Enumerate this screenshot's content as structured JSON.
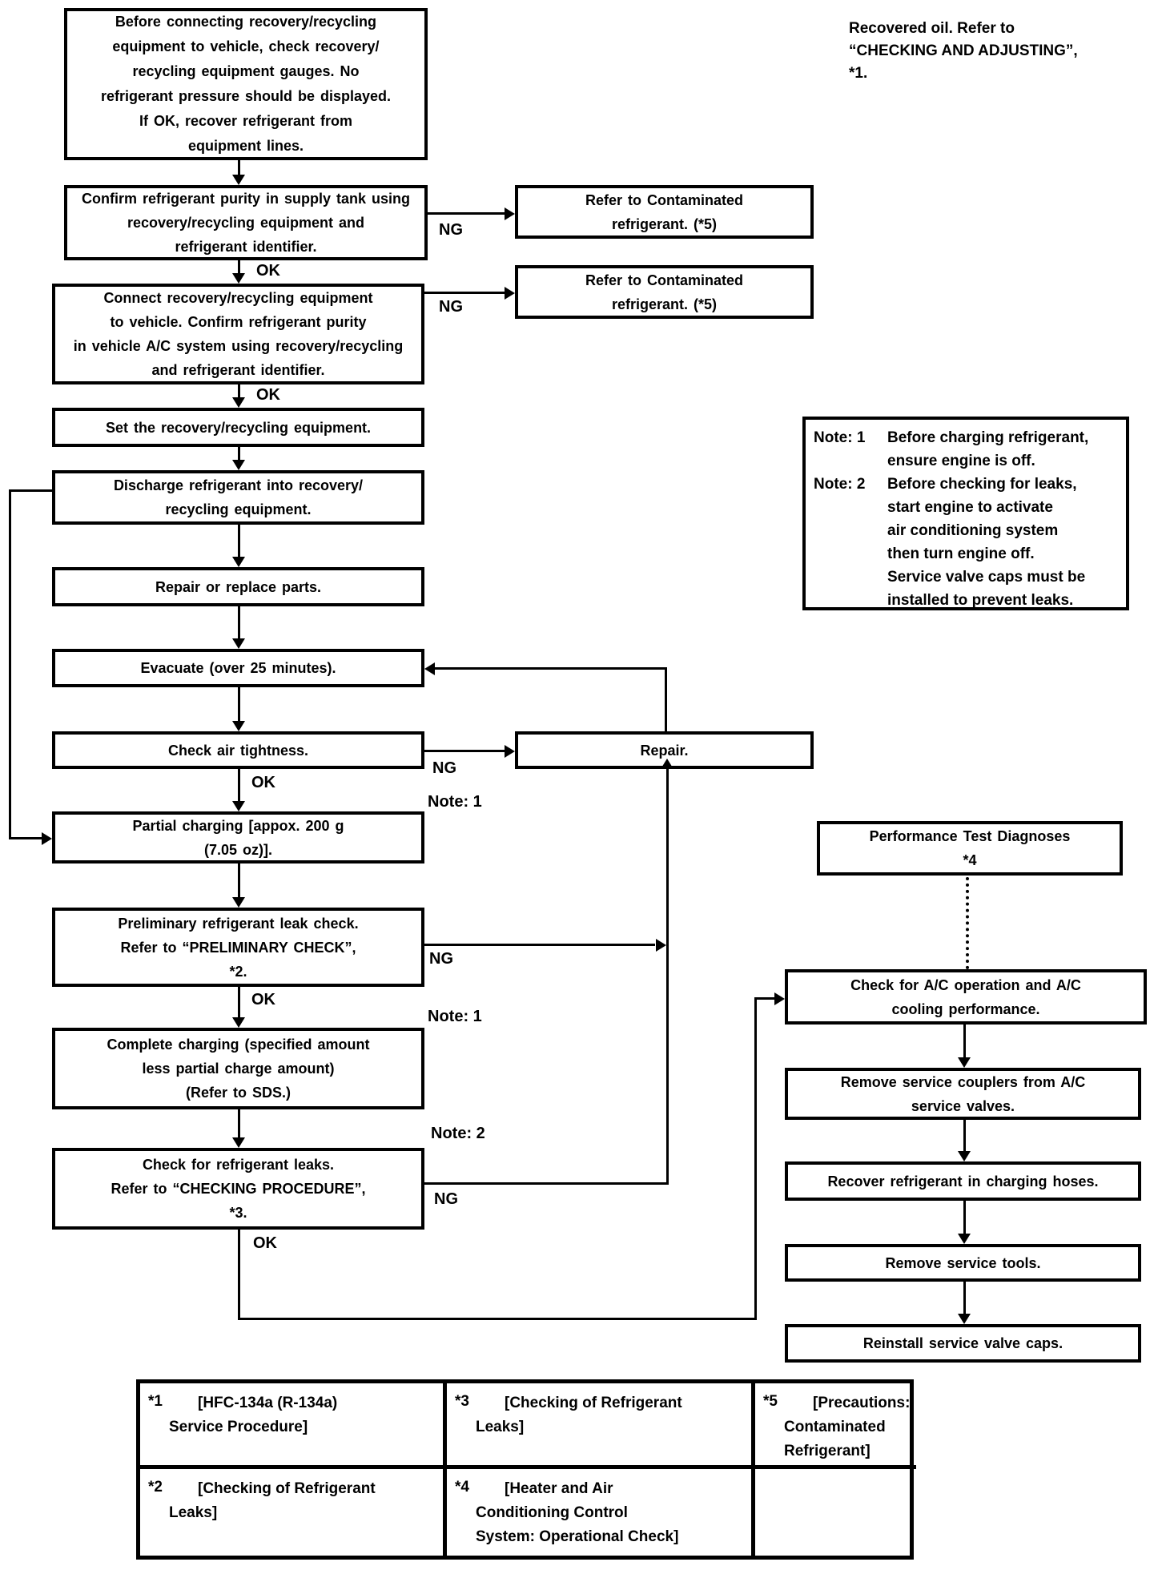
{
  "colors": {
    "ink": "#000000",
    "paper": "#ffffff"
  },
  "labels": {
    "ok": "OK",
    "ng": "NG",
    "note1": "Note: 1",
    "note2": "Note: 2"
  },
  "side_note": "Recovered oil. Refer to\n“CHECKING AND ADJUSTING”,\n*1.",
  "boxes": {
    "precheck": "Before connecting recovery/recycling\nequipment to vehicle, check recovery/\nrecycling equipment gauges. No\nrefrigerant pressure should be displayed.\nIf OK, recover refrigerant from\nequipment lines.",
    "confirm_tank": "Confirm refrigerant purity in supply tank using\nrecovery/recycling equipment and\nrefrigerant identifier.",
    "contaminated_1": "Refer to Contaminated\nrefrigerant. (*5)",
    "contaminated_2": "Refer to Contaminated\nrefrigerant. (*5)",
    "connect_vehicle": "Connect recovery/recycling equipment\nto vehicle. Confirm refrigerant purity\nin vehicle A/C system using recovery/recycling\nand refrigerant identifier.",
    "set_equipment": "Set the recovery/recycling equipment.",
    "discharge": "Discharge refrigerant into recovery/\nrecycling equipment.",
    "repair_replace": "Repair or replace parts.",
    "evacuate": "Evacuate (over 25 minutes).",
    "check_air": "Check air tightness.",
    "repair": "Repair.",
    "partial_charging": "Partial charging [appox. 200 g\n(7.05 oz)].",
    "preliminary_check": "Preliminary refrigerant leak check.\nRefer to “PRELIMINARY CHECK”,\n*2.",
    "complete_charging": "Complete charging (specified amount\nless partial charge amount)\n(Refer to SDS.)",
    "check_leaks": "Check for refrigerant leaks.\nRefer to “CHECKING PROCEDURE”,\n*3.",
    "performance_test": "Performance Test Diagnoses\n*4",
    "check_ac_operation": "Check for A/C operation and A/C\ncooling performance.",
    "remove_couplers": "Remove service couplers from A/C\nservice valves.",
    "recover_hoses": "Recover refrigerant in charging hoses.",
    "remove_tools": "Remove service tools.",
    "reinstall_caps": "Reinstall service valve caps."
  },
  "notes": {
    "n1_label": "Note: 1",
    "n1_text": "Before charging refrigerant,\nensure engine is off.",
    "n2_label": "Note: 2",
    "n2_text": "Before checking for leaks,\nstart engine to activate\nair conditioning system\nthen turn engine off.\nService valve caps must be\ninstalled to prevent leaks."
  },
  "table": {
    "cells": [
      {
        "ref": "*1",
        "text": "[HFC-134a (R-134a)\nService Procedure]"
      },
      {
        "ref": "*3",
        "text": "[Checking of Refrigerant\nLeaks]"
      },
      {
        "ref": "*5",
        "text": "[Precautions:\nContaminated\nRefrigerant]"
      },
      {
        "ref": "*2",
        "text": "[Checking of Refrigerant\nLeaks]"
      },
      {
        "ref": "*4",
        "text": "[Heater and Air\nConditioning Control\nSystem: Operational Check]"
      },
      {
        "ref": "",
        "text": ""
      }
    ]
  }
}
